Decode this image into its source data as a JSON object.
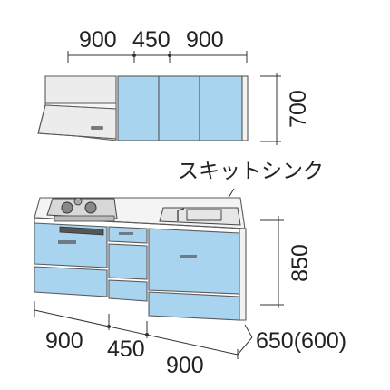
{
  "wall_cabinet": {
    "widths": [
      "900",
      "450",
      "900"
    ],
    "height": "700"
  },
  "base_cabinet": {
    "sink_label": "スキットシンク",
    "widths": [
      "900",
      "450",
      "900"
    ],
    "height": "850",
    "depth": "650(600)"
  },
  "colors": {
    "door_blue": "#a8d4ef",
    "hood_grey": "#ececec",
    "line": "#333333"
  }
}
